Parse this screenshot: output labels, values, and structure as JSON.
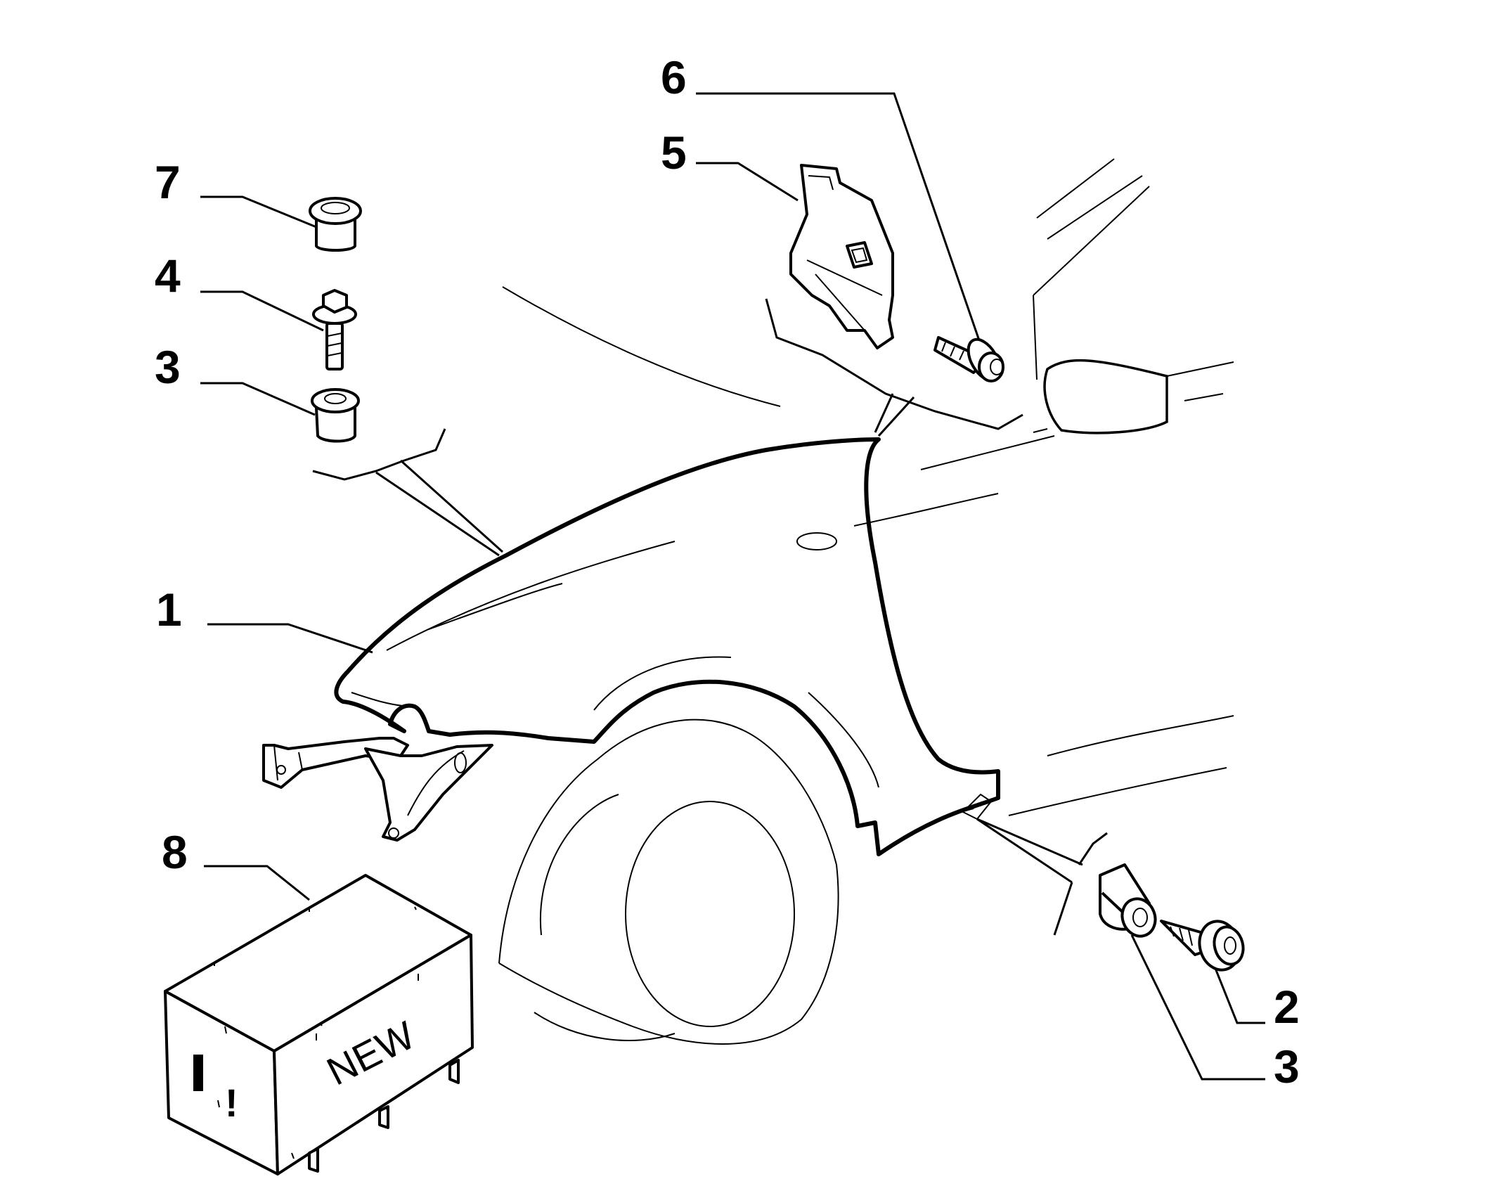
{
  "callouts": [
    {
      "id": "1",
      "label": "1"
    },
    {
      "id": "2",
      "label": "2"
    },
    {
      "id": "3a",
      "label": "3"
    },
    {
      "id": "3b",
      "label": "3"
    },
    {
      "id": "4",
      "label": "4"
    },
    {
      "id": "5",
      "label": "5"
    },
    {
      "id": "6",
      "label": "6"
    },
    {
      "id": "7",
      "label": "7"
    },
    {
      "id": "8",
      "label": "8"
    }
  ],
  "box": {
    "new_text": "NEW",
    "mark_text": "!"
  },
  "colors": {
    "line": "#000000",
    "background": "#ffffff"
  }
}
